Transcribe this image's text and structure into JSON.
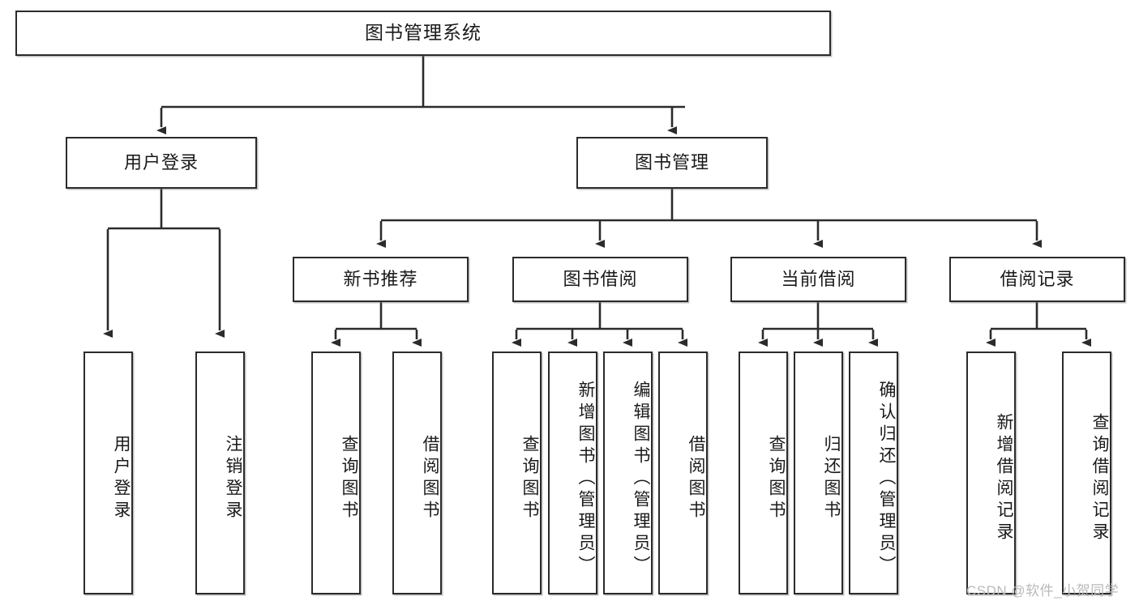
{
  "diagram": {
    "type": "tree-hierarchy",
    "title_node": {
      "id": "root",
      "label": "图书管理系统"
    },
    "level2": [
      {
        "id": "user-login",
        "label": "用户登录"
      },
      {
        "id": "book-manage",
        "label": "图书管理"
      }
    ],
    "level3": [
      {
        "id": "new-book-recommend",
        "label": "新书推荐",
        "parent": "book-manage"
      },
      {
        "id": "book-borrow",
        "label": "图书借阅",
        "parent": "book-manage"
      },
      {
        "id": "current-borrow",
        "label": "当前借阅",
        "parent": "book-manage"
      },
      {
        "id": "borrow-record",
        "label": "借阅记录",
        "parent": "book-manage"
      }
    ],
    "leaves": [
      {
        "id": "leaf-user-login",
        "label": "用户登录",
        "parent": "user-login"
      },
      {
        "id": "leaf-logout-login",
        "label": "注销登录",
        "parent": "user-login"
      },
      {
        "id": "leaf-query-book-1",
        "label": "查询图书",
        "parent": "new-book-recommend"
      },
      {
        "id": "leaf-borrow-book-1",
        "label": "借阅图书",
        "parent": "new-book-recommend"
      },
      {
        "id": "leaf-query-book-2",
        "label": "查询图书",
        "parent": "book-borrow"
      },
      {
        "id": "leaf-add-book",
        "label": "新增图书（管理员）",
        "parent": "book-borrow"
      },
      {
        "id": "leaf-edit-book",
        "label": "编辑图书（管理员）",
        "parent": "book-borrow"
      },
      {
        "id": "leaf-borrow-book-2",
        "label": "借阅图书",
        "parent": "book-borrow"
      },
      {
        "id": "leaf-query-book-3",
        "label": "查询图书",
        "parent": "current-borrow"
      },
      {
        "id": "leaf-return-book",
        "label": "归还图书",
        "parent": "current-borrow"
      },
      {
        "id": "leaf-confirm-return",
        "label": "确认归还（管理员）",
        "parent": "current-borrow"
      },
      {
        "id": "leaf-add-record",
        "label": "新增借阅记录",
        "parent": "borrow-record"
      },
      {
        "id": "leaf-query-record",
        "label": "查询借阅记录",
        "parent": "borrow-record"
      }
    ],
    "colors": {
      "box_border": "#2b2b2b",
      "box_fill": "#ffffff",
      "connector": "#2b2b2b",
      "text": "#1a1a1a",
      "watermark": "#b9b9b9"
    }
  },
  "watermark": {
    "text": "CSDN @软件_小贺同学"
  }
}
